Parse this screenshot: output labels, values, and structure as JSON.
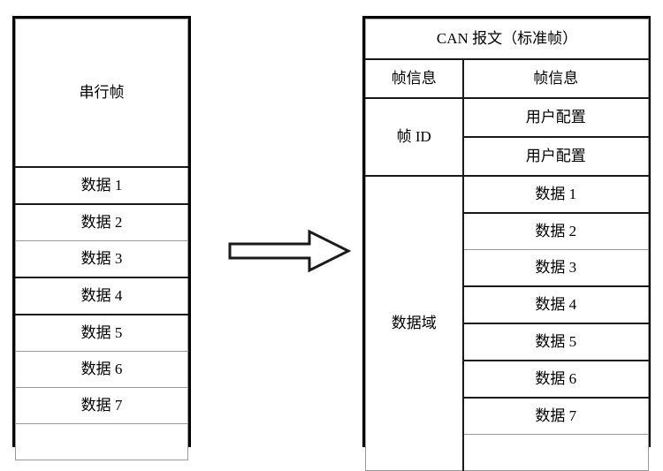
{
  "diagram": {
    "title_semantic": "serial-frame-to-can-message-mapping",
    "colors": {
      "data_blue": "#2a2ad0",
      "config_orange": "#e8743b",
      "border_black": "#000000",
      "inner_rule_gray": "#9a9a9a",
      "background": "#ffffff"
    }
  },
  "serial_frame": {
    "header": "串行帧",
    "rows": [
      {
        "label": "数据 1",
        "style": "blue"
      },
      {
        "label": "数据 2",
        "style": "blue"
      },
      {
        "label": "数据 3",
        "style": "blue"
      },
      {
        "label": "数据 4",
        "style": "blue"
      },
      {
        "label": "数据 5",
        "style": "blue"
      },
      {
        "label": "数据 6",
        "style": "blue"
      },
      {
        "label": "数据 7",
        "style": "blue"
      },
      {
        "label": "",
        "style": "empty"
      }
    ]
  },
  "arrow": {
    "icon": "right-block-arrow-icon",
    "direction": "right"
  },
  "can_message": {
    "header": "CAN 报文（标准帧）",
    "sections": [
      {
        "label": "帧信息",
        "span": 1,
        "values": [
          {
            "text": "帧信息",
            "style": "orange"
          }
        ]
      },
      {
        "label": "帧 ID",
        "span": 2,
        "values": [
          {
            "text": "用户配置",
            "style": "orange"
          },
          {
            "text": "用户配置",
            "style": "orange"
          }
        ]
      },
      {
        "label": "数据域",
        "span": 8,
        "values": [
          {
            "text": "数据 1",
            "style": "blue"
          },
          {
            "text": "数据 2",
            "style": "blue"
          },
          {
            "text": "数据 3",
            "style": "blue"
          },
          {
            "text": "数据 4",
            "style": "blue"
          },
          {
            "text": "数据 5",
            "style": "blue"
          },
          {
            "text": "数据 6",
            "style": "blue"
          },
          {
            "text": "数据 7",
            "style": "blue"
          },
          {
            "text": "",
            "style": "empty"
          }
        ]
      }
    ]
  }
}
